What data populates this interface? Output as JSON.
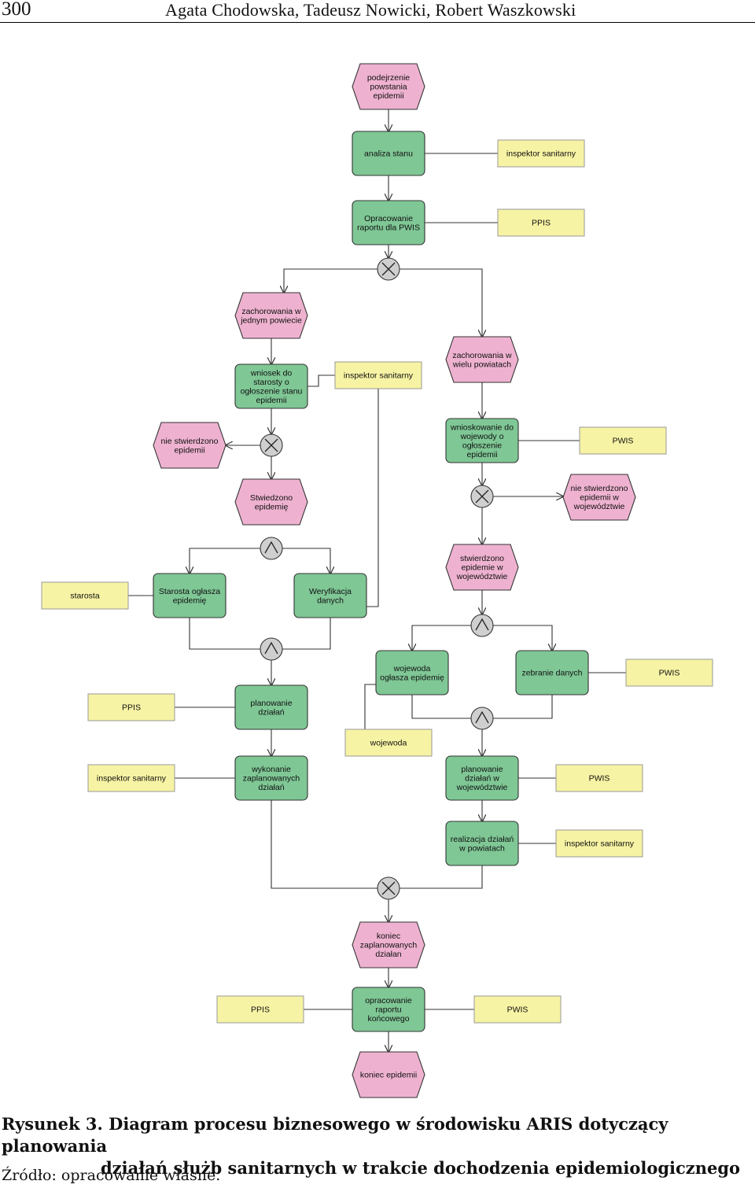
{
  "header": {
    "page_number": "300",
    "authors": "Agata Chodowska, Tadeusz Nowicki, Robert Waszkowski"
  },
  "colors": {
    "event": "#eeb2d0",
    "function": "#7fc795",
    "org_unit": "#f7f3a4",
    "line": "#333333"
  },
  "nodes": {
    "e1": "podejrzenie powstania epidemii",
    "f1": "analiza stanu",
    "o1": "inspektor sanitarny",
    "f2": "Opracowanie raportu dla PWIS",
    "o2": "PPIS",
    "e2": "zachorowania w jednym powiecie",
    "e3": "zachorowania w wielu powiatach",
    "f3": "wniosek do starosty o ogłoszenie stanu epidemii",
    "o3": "inspektor sanitarny",
    "f4": "wnioskowanie do wojewody o ogłoszenie epidemii",
    "o4": "PWIS",
    "e4": "nie stwierdzono epidemii",
    "e5": "Stwiedzono epidemię",
    "e6": "nie stwierdzono epidemii w województwie",
    "o5": "starosta",
    "f5": "Starosta ogłasza epidemię",
    "f6": "Weryfikacja danych",
    "e7": "stwierdzono epidemie w województwie",
    "f7": "wojewoda ogłasza epidemię",
    "f8": "zebranie danych",
    "o6": "PWIS",
    "o7": "PPIS",
    "f9": "planowanie działań",
    "o8": "wojewoda",
    "o9": "inspektor sanitarny",
    "f10": "wykonanie zaplanowanych działań",
    "f11": "planowanie działań w województwie",
    "o10": "PWIS",
    "f12": "realizacja działań w powiatach",
    "o11": "inspektor sanitarny",
    "e8": "koniec zaplanowanych działan",
    "o12": "PPIS",
    "f13": "opracowanie raportu końcowego",
    "o13": "PWIS",
    "e9": "koniec epidemii"
  },
  "operators": {
    "xor1": "XOR",
    "xor2": "XOR",
    "xor3": "XOR",
    "and1": "AND",
    "and2": "AND",
    "and3": "AND",
    "and4": "AND",
    "xor4": "XOR"
  },
  "caption": {
    "label": "Rysunek 3.",
    "line1": "Diagram procesu biznesowego w środowisku ARIS dotyczący planowania",
    "line2": "działań służb sanitarnych w trakcie dochodzenia epidemiologicznego"
  },
  "source": "Źródło: opracowanie własne."
}
